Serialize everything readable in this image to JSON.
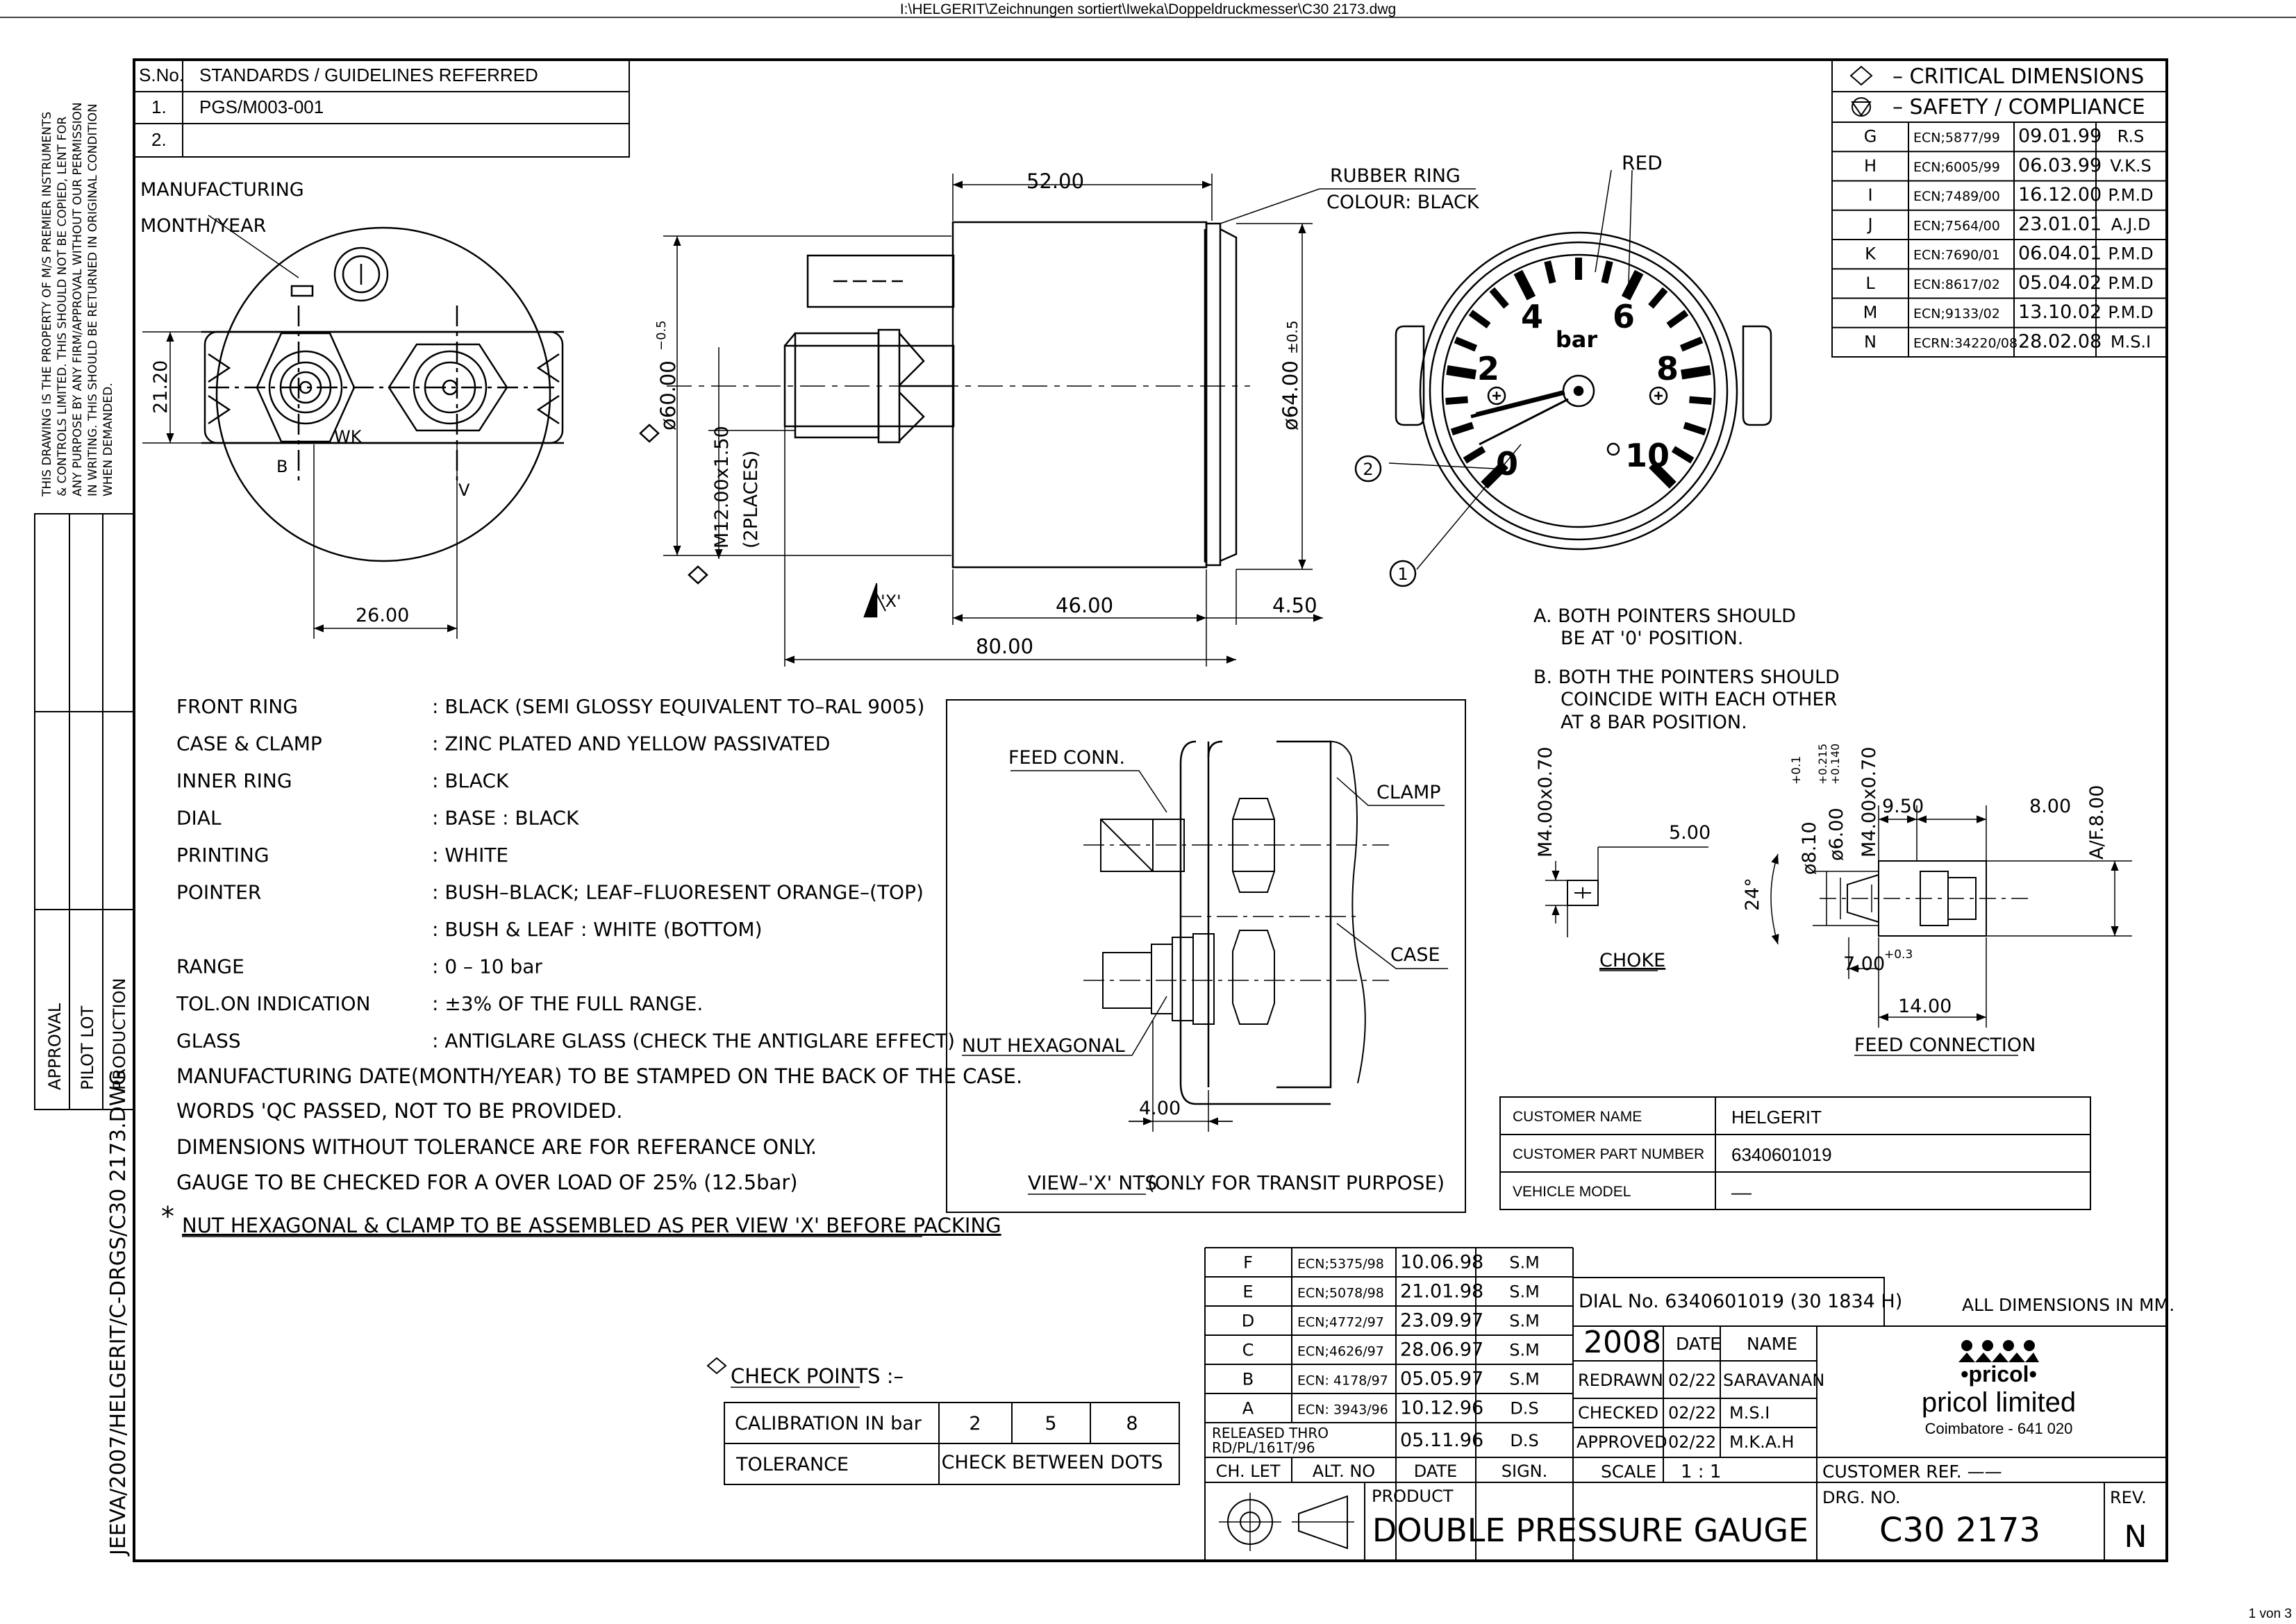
{
  "header": {
    "path": "I:\\HELGERIT\\Zeichnungen sortiert\\Iweka\\Doppeldruckmesser\\C30 2173.dwg",
    "page": "1 von 3"
  },
  "left_margin": {
    "notice": [
      "THIS DRAWING IS THE PROPERTY OF M/S PREMIER INSTRUMENTS",
      "& CONTROLS LIMITED. THIS SHOULD NOT BE COPIED, LENT FOR",
      "ANY PURPOSE BY ANY FIRM/APPROVAL WITHOUT OUR PERMISSION",
      "IN WRITING. THIS SHOULD BE RETURNED IN ORIGINAL CONDITION",
      "WHEN DEMANDED."
    ],
    "approvals": [
      "APPROVAL",
      "PILOT LOT",
      "PRODUCTION"
    ],
    "file_ref": "JEEVA/2007/HELGERIT/C-DRGS/C30 2173.DWG"
  },
  "standards": {
    "headers": [
      "S.No.",
      "STANDARDS / GUIDELINES REFERRED"
    ],
    "rows": [
      [
        "1.",
        "PGS/M003-001"
      ],
      [
        "2.",
        ""
      ]
    ]
  },
  "legend": {
    "critical": "–  CRITICAL  DIMENSIONS",
    "safety": "–  SAFETY  /  COMPLIANCE"
  },
  "revisions_top": [
    [
      "G",
      "ECN;5877/99",
      "09.01.99",
      "R.S"
    ],
    [
      "H",
      "ECN;6005/99",
      "06.03.99",
      "V.K.S"
    ],
    [
      "I",
      "ECN;7489/00",
      "16.12.00",
      "P.M.D"
    ],
    [
      "J",
      "ECN;7564/00",
      "23.01.01",
      "A.J.D"
    ],
    [
      "K",
      "ECN:7690/01",
      "06.04.01",
      "P.M.D"
    ],
    [
      "L",
      "ECN:8617/02",
      "05.04.02",
      "P.M.D"
    ],
    [
      "M",
      "ECN;9133/02",
      "13.10.02",
      "P.M.D"
    ],
    [
      "N",
      "ECRN:34220/08",
      "28.02.08",
      "M.S.I"
    ]
  ],
  "rear_view": {
    "mfg1": "MANUFACTURING",
    "mfg2": "MONTH/YEAR",
    "dim_height": "21.20",
    "dim_width": "26.00",
    "label_wk": "WK",
    "label_b": "B",
    "label_v": "V"
  },
  "side_view": {
    "dim_52": "52.00",
    "rubber1": "RUBBER RING",
    "rubber2": "COLOUR: BLACK",
    "dia60": "ø60.00",
    "tol60": "−0.5",
    "dia64": "ø64.00",
    "tol64": "±0.5",
    "thread1": "M12.00x1.50",
    "thread2": "(2PLACES)",
    "dim_46": "46.00",
    "dim_450": "4.50",
    "dim_80": "80.00",
    "view_x": "'X'"
  },
  "front_view": {
    "red": "RED",
    "unit": "bar",
    "scale_labels": [
      "0",
      "2",
      "4",
      "6",
      "8",
      "10"
    ],
    "callout1": "1",
    "callout2": "2"
  },
  "notes_pointers": {
    "a1": "A.  BOTH POINTERS SHOULD",
    "a2": "BE AT '0' POSITION.",
    "b1": "B.  BOTH THE POINTERS SHOULD",
    "b2": "COINCIDE WITH EACH OTHER",
    "b3": "AT 8 BAR POSITION."
  },
  "specs": [
    [
      "FRONT RING",
      ": BLACK (SEMI GLOSSY EQUIVALENT TO–RAL 9005)"
    ],
    [
      "CASE & CLAMP",
      ": ZINC PLATED AND YELLOW  PASSIVATED"
    ],
    [
      "INNER RING",
      ": BLACK"
    ],
    [
      "DIAL",
      ": BASE : BLACK"
    ],
    [
      "PRINTING",
      ": WHITE"
    ],
    [
      "POINTER",
      ": BUSH–BLACK; LEAF–FLUORESENT ORANGE–(TOP)"
    ],
    [
      "",
      ": BUSH & LEAF : WHITE (BOTTOM)"
    ],
    [
      "RANGE",
      ": 0 – 10 bar"
    ],
    [
      "TOL.ON INDICATION",
      ": ±3% OF THE FULL RANGE."
    ],
    [
      "GLASS",
      ": ANTIGLARE GLASS (CHECK THE ANTIGLARE EFFECT)"
    ]
  ],
  "general_notes": [
    "MANUFACTURING DATE(MONTH/YEAR) TO BE STAMPED ON THE BACK OF THE CASE.",
    "WORDS 'QC PASSED, NOT TO BE PROVIDED.",
    "DIMENSIONS WITHOUT TOLERANCE ARE FOR REFERANCE ONLY.",
    "GAUGE TO BE CHECKED FOR A OVER LOAD OF 25% (12.5bar)"
  ],
  "star_note": "NUT HEXAGONAL & CLAMP TO BE ASSEMBLED AS PER VIEW 'X' BEFORE PACKING",
  "view_x": {
    "feed": "FEED CONN.",
    "clamp": "CLAMP",
    "case": "CASE",
    "nut": "NUT HEXAGONAL",
    "dim": "4.00",
    "caption1": "VIEW–'X'  NTS",
    "caption2": " (ONLY FOR TRANSIT PURPOSE)"
  },
  "choke": {
    "dim1": "M4.00x0.70",
    "dim2": "5.00",
    "title": "CHOKE"
  },
  "feed_connection": {
    "d810": "ø8.10",
    "d810tol": "+0.1",
    "d600": "ø6.00",
    "d600tol1": "+0.215",
    "d600tol2": "+0.140",
    "m4": "M4.00x0.70",
    "d950": "9.50",
    "d800": "8.00",
    "af": "A/F.8.00",
    "angle": "24°",
    "d700": "7.00",
    "d700tol": "+0.3",
    "d1400": "14.00",
    "title": "FEED  CONNECTION"
  },
  "customer": [
    [
      "CUSTOMER NAME",
      "HELGERIT"
    ],
    [
      "CUSTOMER PART NUMBER",
      "6340601019"
    ],
    [
      "VEHICLE MODEL",
      "––"
    ]
  ],
  "checkpoints": {
    "title": "CHECK  POINTS  :–",
    "calib_label": "CALIBRATION IN  bar",
    "values": [
      "2",
      "5",
      "8"
    ],
    "tol_label": "TOLERANCE",
    "tol_value": "CHECK  BETWEEN  DOTS"
  },
  "revisions_bottom": [
    [
      "F",
      "ECN;5375/98",
      "10.06.98",
      "S.M"
    ],
    [
      "E",
      "ECN;5078/98",
      "21.01.98",
      "S.M"
    ],
    [
      "D",
      "ECN;4772/97",
      "23.09.97",
      "S.M"
    ],
    [
      "C",
      "ECN;4626/97",
      "28.06.97",
      "S.M"
    ],
    [
      "B",
      "ECN: 4178/97",
      "05.05.97",
      "S.M"
    ],
    [
      "A",
      "ECN: 3943/96",
      "10.12.96",
      "D.S"
    ]
  ],
  "released": {
    "l1": "RELEASED  THRO",
    "l2": "RD/PL/161T/96",
    "date": "05.11.96",
    "sign": "D.S"
  },
  "rev_headers": [
    "CH. LET",
    "ALT. NO",
    "DATE",
    "SIGN."
  ],
  "title_block": {
    "dial_no": "DIAL No. 6340601019 (30 1834 H)",
    "all_dims": "ALL DIMENSIONS  IN  MM.",
    "year": "2008",
    "date_h": "DATE",
    "name_h": "NAME",
    "redrawn": [
      "REDRAWN",
      "02/22",
      "SARAVANAN"
    ],
    "checked": [
      "CHECKED",
      "02/22",
      "M.S.I"
    ],
    "approved": [
      "APPROVED",
      "02/22",
      "M.K.A.H"
    ],
    "scale_label": "SCALE",
    "scale_value": "1 : 1",
    "company_logo": "•pricol•",
    "company": "pricol limited",
    "city": "Coimbatore - 641 020",
    "customer_ref": "CUSTOMER REF.  ——",
    "product_label": "PRODUCT",
    "product": "DOUBLE  PRESSURE  GAUGE",
    "drg_label": "DRG. NO.",
    "drg_no": "C30  2173",
    "rev_label": "REV.",
    "rev": "N"
  }
}
